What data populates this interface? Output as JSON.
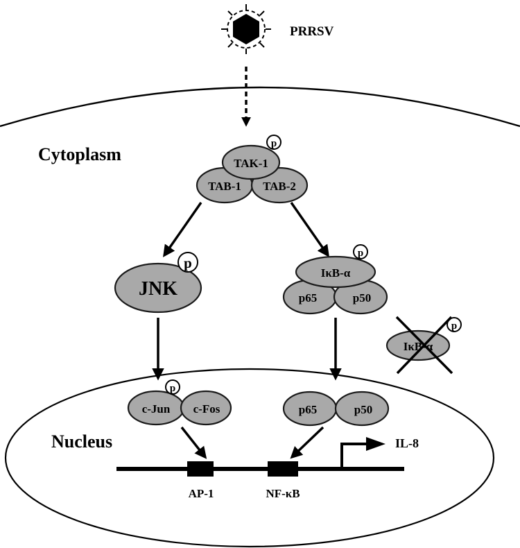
{
  "virus": {
    "label": "PRRSV",
    "icon": "virus-icon"
  },
  "compartments": {
    "cytoplasm": "Cytoplasm",
    "nucleus": "Nucleus"
  },
  "phospho": "p",
  "proteins": {
    "tak1": "TAK-1",
    "tab1": "TAB-1",
    "tab2": "TAB-2",
    "jnk": "JNK",
    "ikba": "IκB-α",
    "p65": "p65",
    "p50": "p50",
    "ikba_degraded": "IκB-α",
    "cjun": "c-Jun",
    "cfos": "c-Fos",
    "nuc_p65": "p65",
    "nuc_p50": "p50"
  },
  "dna": {
    "ap1": "AP-1",
    "nfkb": "NF-κB",
    "gene": "IL-8"
  },
  "colors": {
    "protein_fill": "#a9a9a9",
    "line": "#000000",
    "background": "#ffffff"
  }
}
